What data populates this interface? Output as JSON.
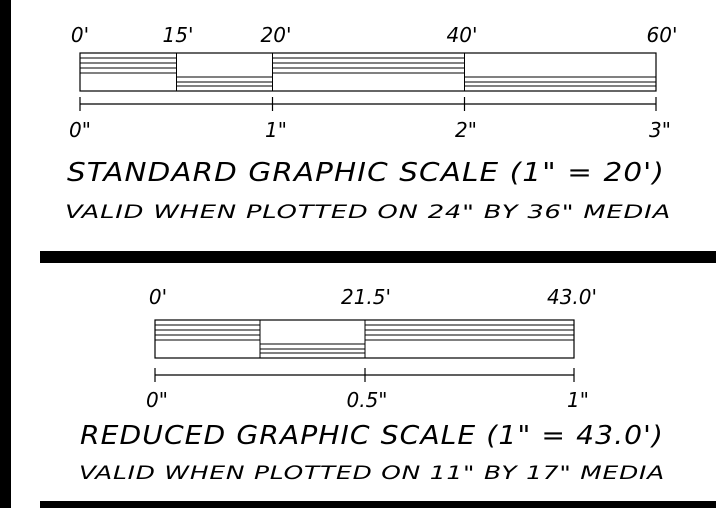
{
  "standard_scale": {
    "top_labels": [
      "0'",
      "15'",
      "20'",
      "40'",
      "60'"
    ],
    "bottom_labels": [
      "0\"",
      "1\"",
      "2\"",
      "3\""
    ],
    "title": "STANDARD GRAPHIC SCALE (1\" = 20')",
    "subtitle": "VALID WHEN PLOTTED ON 24\" BY 36\" MEDIA"
  },
  "reduced_scale": {
    "top_labels": [
      "0'",
      "21.5'",
      "43.0'"
    ],
    "bottom_labels": [
      "0\"",
      "0.5\"",
      "1\""
    ],
    "title": "REDUCED GRAPHIC SCALE (1\" = 43.0')",
    "subtitle": "VALID WHEN PLOTTED ON 11\" BY 17\" MEDIA"
  }
}
